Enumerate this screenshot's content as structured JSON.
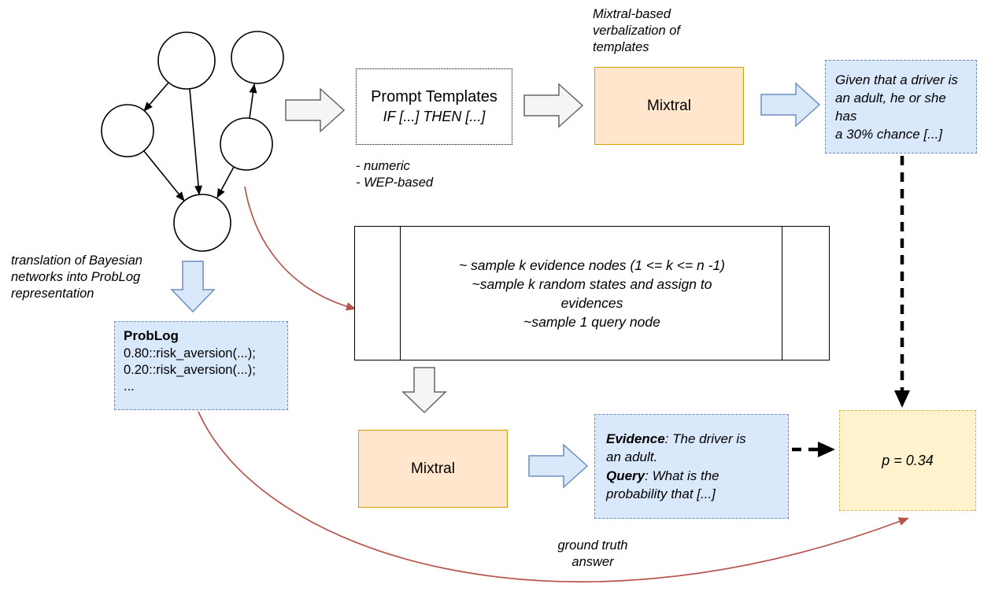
{
  "colors": {
    "orange_fill": "#FFE6CC",
    "orange_border": "#D79B00",
    "blue_fill": "#DAE8FC",
    "blue_border": "#6C8EBF",
    "yellow_fill": "#FFF2CC",
    "yellow_border": "#D6B656",
    "gray_arrow_fill": "#F5F5F5",
    "gray_arrow_border": "#666666",
    "red_arrow": "#B85450"
  },
  "notes": {
    "mixtral_verbalization": "Mixtral-based\nverbalization of\ntemplates",
    "template_types": "- numeric\n- WEP-based",
    "translation": "translation of Bayesian\nnetworks into ProbLog\nrepresentation",
    "ground_truth": "ground truth\nanswer"
  },
  "prompt_templates": {
    "title": "Prompt Templates",
    "pattern": "IF [...] THEN [...]"
  },
  "mixtral_top": {
    "label": "Mixtral"
  },
  "mixtral_bottom": {
    "label": "Mixtral"
  },
  "verbalized_output": {
    "text": "Given that a driver is\nan adult, he or she has\na 30% chance [...]"
  },
  "sampling": {
    "text": "~ sample k evidence nodes (1 <= k <= n -1)\n~sample k random states and assign to\nevidences\n~sample 1 query node"
  },
  "problog": {
    "title": "ProbLog",
    "code": "0.80::risk_aversion(...);\n0.20::risk_aversion(...);\n..."
  },
  "evidence_query": {
    "evidence_label": "Evidence",
    "evidence_text": ": The driver is\nan adult.",
    "query_label": "Query",
    "query_text": ": What is the\nprobability that [...]"
  },
  "result": {
    "value": "p = 0.34"
  }
}
